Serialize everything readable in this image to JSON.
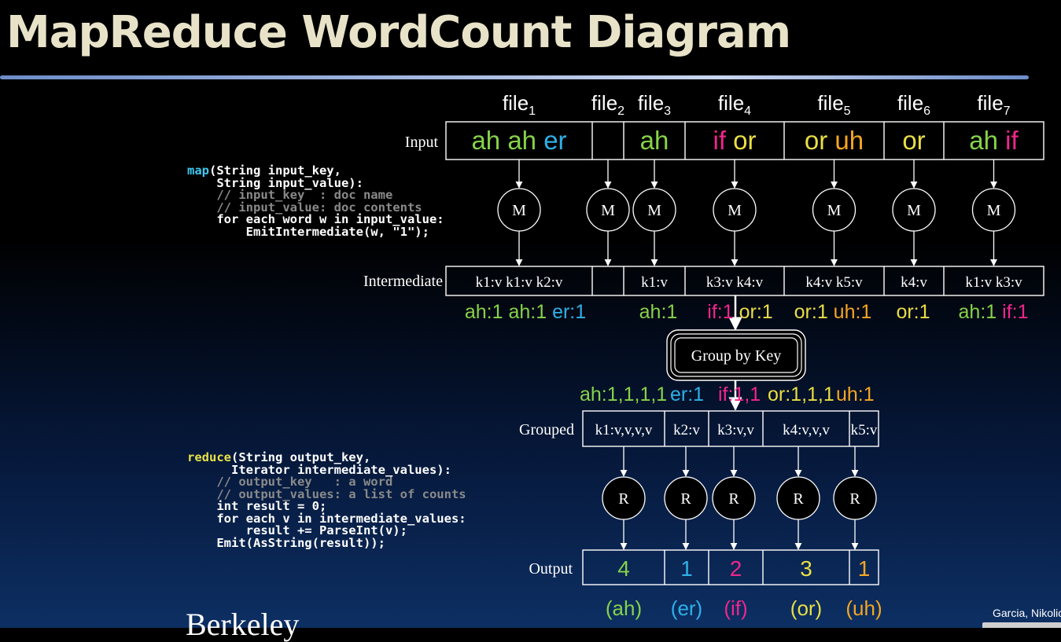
{
  "title": "MapReduce WordCount Diagram",
  "files": [
    {
      "name": "file",
      "sub": "1"
    },
    {
      "name": "file",
      "sub": "2"
    },
    {
      "name": "file",
      "sub": "3"
    },
    {
      "name": "file",
      "sub": "4"
    },
    {
      "name": "file",
      "sub": "5"
    },
    {
      "name": "file",
      "sub": "6"
    },
    {
      "name": "file",
      "sub": "7"
    }
  ],
  "row_labels": {
    "input": "Input",
    "intermediate": "Intermediate",
    "grouped": "Grouped",
    "output": "Output"
  },
  "input_cells": [
    [
      {
        "w": "ah",
        "c": "green"
      },
      {
        "w": "ah",
        "c": "green"
      },
      {
        "w": "er",
        "c": "cyan"
      }
    ],
    [],
    [
      {
        "w": "ah",
        "c": "green"
      }
    ],
    [
      {
        "w": "if",
        "c": "magenta"
      },
      {
        "w": "or",
        "c": "yellow"
      }
    ],
    [
      {
        "w": "or",
        "c": "yellow"
      },
      {
        "w": "uh",
        "c": "orange"
      }
    ],
    [
      {
        "w": "or",
        "c": "yellow"
      }
    ],
    [
      {
        "w": "ah",
        "c": "green"
      },
      {
        "w": "if",
        "c": "magenta"
      }
    ]
  ],
  "map_label": "M",
  "intermediate_cells": [
    "k1:v k1:v k2:v",
    "",
    "k1:v",
    "k3:v k4:v",
    "k4:v k5:v",
    "k4:v",
    "k1:v k3:v"
  ],
  "emitted": [
    [
      {
        "t": "ah:1",
        "c": "green"
      },
      {
        "t": "ah:1",
        "c": "green"
      },
      {
        "t": "er:1",
        "c": "cyan"
      }
    ],
    [
      {
        "t": "ah:1",
        "c": "green"
      }
    ],
    [
      {
        "t": "if:1",
        "c": "magenta"
      },
      {
        "t": "or:1",
        "c": "yellow"
      }
    ],
    [
      {
        "t": "or:1",
        "c": "yellow"
      },
      {
        "t": "uh:1",
        "c": "orange"
      }
    ],
    [
      {
        "t": "or:1",
        "c": "yellow"
      }
    ],
    [
      {
        "t": "ah:1",
        "c": "green"
      },
      {
        "t": "if:1",
        "c": "magenta"
      }
    ]
  ],
  "group_box": "Group by Key",
  "grouped_values": [
    {
      "t": "ah:1,1,1,1",
      "c": "green"
    },
    {
      "t": "er:1",
      "c": "cyan"
    },
    {
      "t": "if:1,1",
      "c": "magenta"
    },
    {
      "t": "or:1,1,1",
      "c": "yellow"
    },
    {
      "t": "uh:1",
      "c": "orange"
    }
  ],
  "grouped_cells": [
    "k1:v,v,v,v",
    "k2:v",
    "k3:v,v",
    "k4:v,v,v",
    "k5:v"
  ],
  "reduce_label": "R",
  "output_cells": [
    {
      "t": "4",
      "c": "green"
    },
    {
      "t": "1",
      "c": "cyan"
    },
    {
      "t": "2",
      "c": "magenta"
    },
    {
      "t": "3",
      "c": "yellow"
    },
    {
      "t": "1",
      "c": "orange"
    }
  ],
  "output_words": [
    {
      "t": "(ah)",
      "c": "green"
    },
    {
      "t": "(er)",
      "c": "cyan"
    },
    {
      "t": "(if)",
      "c": "magenta"
    },
    {
      "t": "(or)",
      "c": "yellow"
    },
    {
      "t": "(uh)",
      "c": "orange"
    }
  ],
  "map_code": [
    {
      "parts": [
        {
          "t": "map",
          "k": "kw"
        },
        {
          "t": "(String input_key,",
          "k": ""
        }
      ]
    },
    {
      "parts": [
        {
          "t": "    String input_value):",
          "k": ""
        }
      ]
    },
    {
      "parts": [
        {
          "t": "    // input_key  : doc name",
          "k": "cm"
        }
      ]
    },
    {
      "parts": [
        {
          "t": "    // input_value: doc contents",
          "k": "cm"
        }
      ]
    },
    {
      "parts": [
        {
          "t": "    for each word w in input_value:",
          "k": ""
        }
      ]
    },
    {
      "parts": [
        {
          "t": "        EmitIntermediate(w, \"1\");",
          "k": ""
        }
      ]
    }
  ],
  "reduce_code": [
    {
      "parts": [
        {
          "t": "reduce",
          "k": "kw2"
        },
        {
          "t": "(String output_key,",
          "k": ""
        }
      ]
    },
    {
      "parts": [
        {
          "t": "      Iterator intermediate_values):",
          "k": ""
        }
      ]
    },
    {
      "parts": [
        {
          "t": "    // output_key   : a word",
          "k": "cm"
        }
      ]
    },
    {
      "parts": [
        {
          "t": "    // output_values: a list of counts",
          "k": "cm"
        }
      ]
    },
    {
      "parts": [
        {
          "t": "    int result = 0;",
          "k": ""
        }
      ]
    },
    {
      "parts": [
        {
          "t": "    for each v in intermediate_values:",
          "k": ""
        }
      ]
    },
    {
      "parts": [
        {
          "t": "        result += ParseInt(v);",
          "k": ""
        }
      ]
    },
    {
      "parts": [
        {
          "t": "    Emit(AsString(result));",
          "k": ""
        }
      ]
    }
  ],
  "footer_left": "Berkeley",
  "footer_right": "Garcia, Nikolic",
  "colors": {
    "green": "#86d24a",
    "cyan": "#2fb0e8",
    "magenta": "#f0268c",
    "yellow": "#e9de45",
    "orange": "#f5a623",
    "stroke": "#ffffff"
  }
}
